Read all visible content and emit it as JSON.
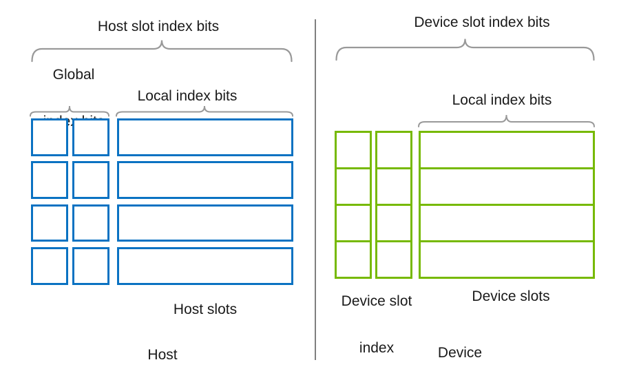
{
  "host": {
    "title": "Host slot index bits",
    "global_label_line1": "Global",
    "global_label_line2": "index bits",
    "local_label": "Local index bits",
    "slots_label": "Host slots",
    "section_label": "Host",
    "rows": 4,
    "columns": [
      "global-bit",
      "global-bit",
      "local-bits"
    ]
  },
  "device": {
    "title": "Device slot index bits",
    "local_label": "Local index bits",
    "slot_index_label_line1": "Device slot",
    "slot_index_label_line2": "index",
    "slots_label": "Device slots",
    "section_label": "Device",
    "rows": 4,
    "columns": [
      "slot-index-bit",
      "slot-index-bit",
      "local-bits"
    ]
  },
  "colors": {
    "host_box_border": "#0a72c2",
    "device_box_border": "#76b900",
    "brace": "#999999",
    "divider": "#7f7f7f",
    "text": "#1a1a1a",
    "background": "#ffffff"
  }
}
